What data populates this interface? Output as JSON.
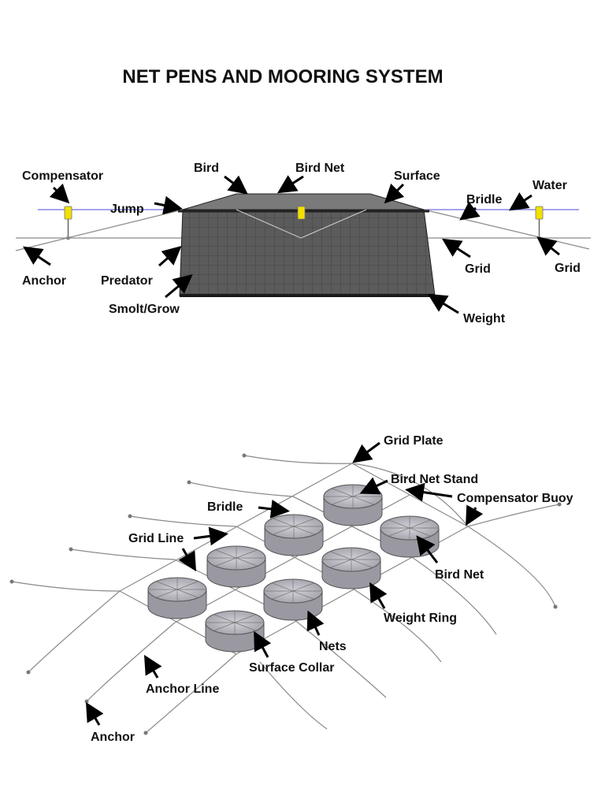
{
  "title": "NET PENS AND MOORING SYSTEM",
  "colors": {
    "water_line": "#6f6fe0",
    "buoy": "#f2e000",
    "pen_body": "#595959",
    "pen_top": "#b9b8c0"
  },
  "side_view": {
    "labels": {
      "compensator": "Compensator",
      "bird": "Bird",
      "bird_net": "Bird Net",
      "surface": "Surface",
      "water": "Water",
      "jump": "Jump",
      "bridle": "Bridle",
      "anchor": "Anchor",
      "predator": "Predator",
      "grid_1": "Grid",
      "grid_2": "Grid",
      "smolt_grow": "Smolt/Grow",
      "weight": "Weight"
    }
  },
  "plan_view": {
    "labels": {
      "grid_plate": "Grid Plate",
      "bird_net_stand": "Bird Net Stand",
      "bridle": "Bridle",
      "compensator_buoy": "Compensator Buoy",
      "grid_line": "Grid Line",
      "bird_net": "Bird Net",
      "weight_ring": "Weight Ring",
      "nets": "Nets",
      "surface_collar": "Surface Collar",
      "anchor_line": "Anchor Line",
      "anchor": "Anchor"
    }
  }
}
